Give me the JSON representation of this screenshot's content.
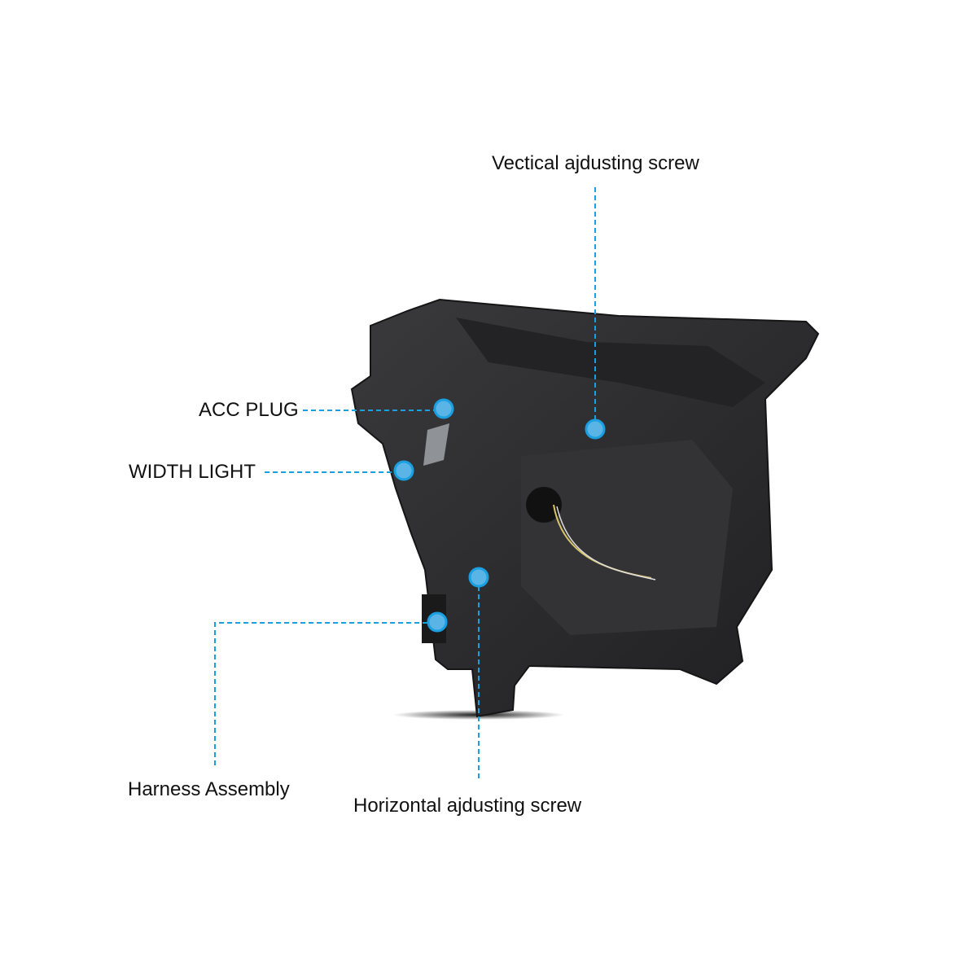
{
  "colors": {
    "accent": "#1a9fe0",
    "dot_fill": "#5ab4e6",
    "housing": "#2b2b2e",
    "text": "#111111"
  },
  "labels": {
    "vertical_screw": "Vectical ajdusting screw",
    "acc_plug": "ACC PLUG",
    "width_light": "WIDTH LIGHT",
    "harness_assembly": "Harness Assembly",
    "horizontal_screw": "Horizontal ajdusting screw"
  }
}
